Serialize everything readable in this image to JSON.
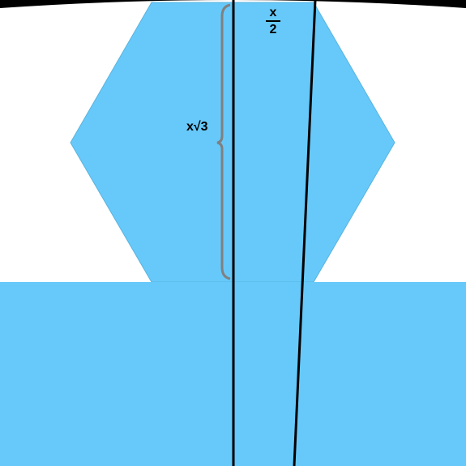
{
  "diagram": {
    "labels": {
      "height": "x√3",
      "half_base_numerator": "x",
      "half_base_denominator": "2"
    },
    "colors": {
      "fill": "#66c9fa",
      "line": "#000000",
      "bracket": "#808080",
      "background": "#ffffff"
    }
  }
}
